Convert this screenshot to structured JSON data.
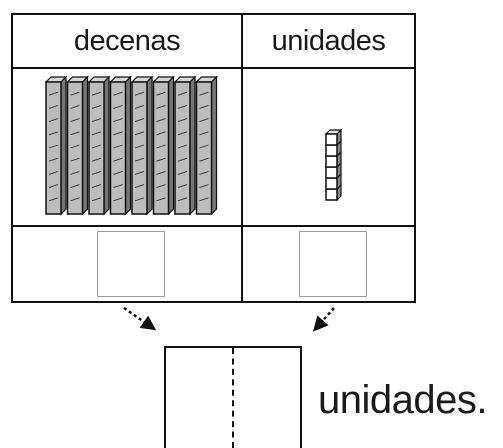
{
  "place_value_table": {
    "tens_header": "decenas",
    "ones_header": "unidades",
    "tens_rods_count": 8,
    "ones_cubes_count": 6
  },
  "result": {
    "label": "unidades."
  }
}
